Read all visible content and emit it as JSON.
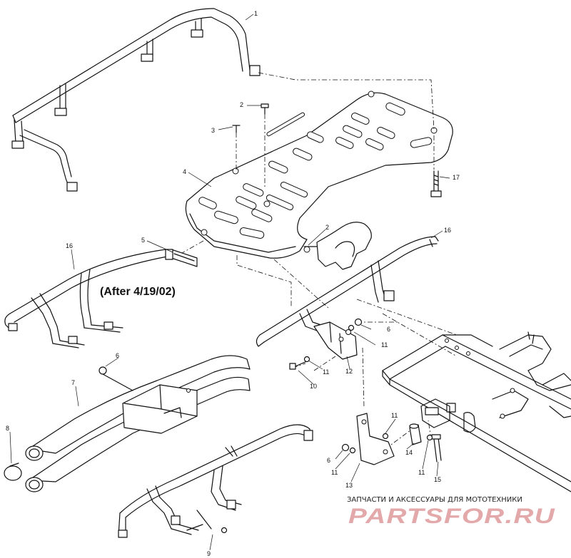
{
  "callouts": [
    {
      "id": "c1",
      "text": "1"
    },
    {
      "id": "c2a",
      "text": "2"
    },
    {
      "id": "c3",
      "text": "3"
    },
    {
      "id": "c4",
      "text": "4"
    },
    {
      "id": "c5",
      "text": "5"
    },
    {
      "id": "c16a",
      "text": "16"
    },
    {
      "id": "c17",
      "text": "17"
    },
    {
      "id": "c2b",
      "text": "2"
    },
    {
      "id": "c16b",
      "text": "16"
    },
    {
      "id": "c6a",
      "text": "6"
    },
    {
      "id": "c11a",
      "text": "11"
    },
    {
      "id": "c11b",
      "text": "11"
    },
    {
      "id": "c12",
      "text": "12"
    },
    {
      "id": "c10",
      "text": "10"
    },
    {
      "id": "c6b",
      "text": "6"
    },
    {
      "id": "c7",
      "text": "7"
    },
    {
      "id": "c8",
      "text": "8"
    },
    {
      "id": "c11c",
      "text": "11"
    },
    {
      "id": "c14",
      "text": "14"
    },
    {
      "id": "c6c",
      "text": "6"
    },
    {
      "id": "c11d",
      "text": "11"
    },
    {
      "id": "c11e",
      "text": "11"
    },
    {
      "id": "c15",
      "text": "15"
    },
    {
      "id": "c13",
      "text": "13"
    },
    {
      "id": "c9",
      "text": "9"
    }
  ],
  "note": "(After 4/19/02)",
  "watermark": {
    "line1": "ЗАПЧАСТИ И АКСЕССУАРЫ ДЛЯ МОТОТЕХНИКИ",
    "line2": "PARTSFOR.RU",
    "color": "#e3a9aa"
  }
}
